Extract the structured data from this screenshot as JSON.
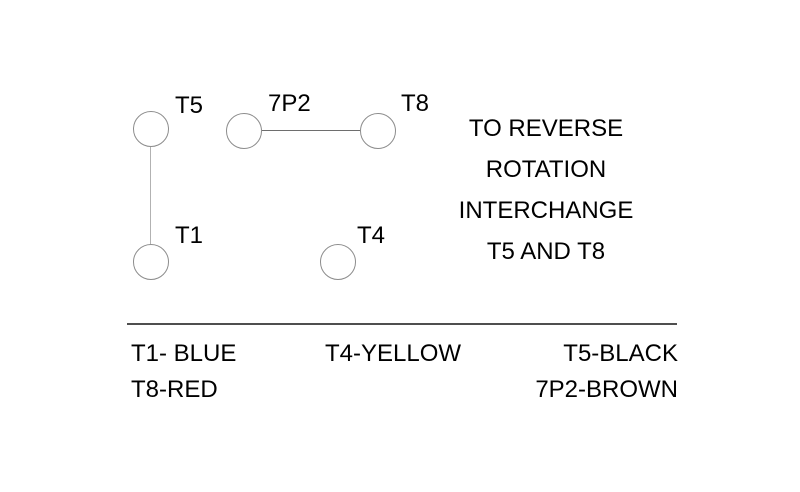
{
  "diagram": {
    "title": "motor-terminal-wiring-diagram",
    "terminals": [
      {
        "label": "T5"
      },
      {
        "label": "T1"
      },
      {
        "label": "7P2"
      },
      {
        "label": "T8"
      },
      {
        "label": "T4"
      }
    ],
    "connections": [
      {
        "from": "T5",
        "to": "T1"
      },
      {
        "from": "7P2",
        "to": "T8"
      }
    ],
    "note": {
      "lines": [
        "TO REVERSE",
        "ROTATION",
        "INTERCHANGE",
        "T5 AND T8"
      ]
    },
    "legend": {
      "left": [
        "T1- BLUE",
        "T8-RED"
      ],
      "middle": [
        "T4-YELLOW"
      ],
      "right": [
        "T5-BLACK",
        "7P2-BROWN"
      ]
    },
    "colors": {
      "background": "#ffffff",
      "text": "#000000",
      "circle_stroke": "#8c8c8c",
      "connector_vertical": "#b2b2b2",
      "connector_horizontal": "#6e6e6e",
      "divider": "#4f4f4f"
    }
  }
}
